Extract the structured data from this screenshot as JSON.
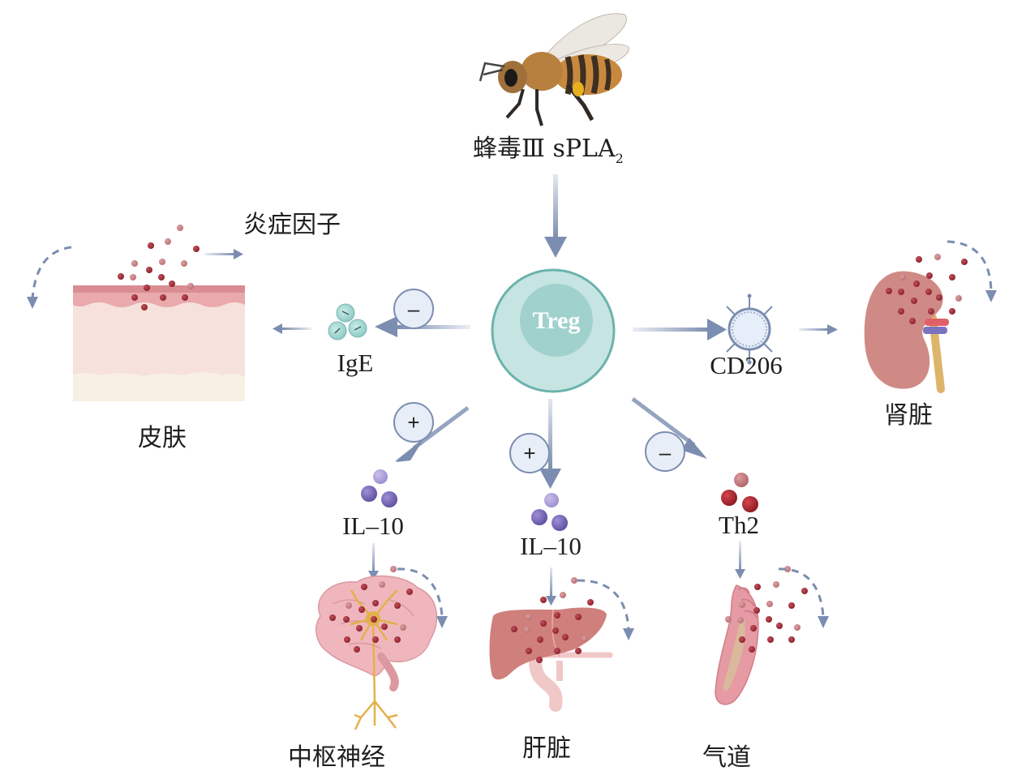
{
  "source": {
    "title_prefix": "蜂毒Ⅲ sPLA",
    "title_subscript": "2",
    "icon": "bee-icon"
  },
  "center": {
    "label": "Treg",
    "icon": "treg-cell-icon"
  },
  "mediators": [
    {
      "id": "ige",
      "label": "IgE",
      "effect": "–",
      "effect_type": "inhibit",
      "icon": "ige-antibody-cluster-icon"
    },
    {
      "id": "cd206",
      "label": "CD206",
      "effect": "",
      "effect_type": "promote",
      "icon": "macrophage-cd206-icon"
    },
    {
      "id": "il10-brain",
      "label": "IL–10",
      "effect": "+",
      "effect_type": "promote",
      "icon": "cytokine-cluster-icon"
    },
    {
      "id": "il10-liver",
      "label": "IL–10",
      "effect": "+",
      "effect_type": "promote",
      "icon": "cytokine-cluster-icon"
    },
    {
      "id": "th2",
      "label": "Th2",
      "effect": "–",
      "effect_type": "inhibit",
      "icon": "th2-cell-cluster-icon"
    }
  ],
  "organs": [
    {
      "id": "skin",
      "label": "皮肤",
      "icon": "skin-tissue-icon"
    },
    {
      "id": "kidney",
      "label": "肾脏",
      "icon": "kidney-icon"
    },
    {
      "id": "cns",
      "label": "中枢神经",
      "icon": "brain-neuron-icon"
    },
    {
      "id": "liver",
      "label": "肝脏",
      "icon": "liver-icon"
    },
    {
      "id": "airway",
      "label": "气道",
      "icon": "airway-icon"
    }
  ],
  "annotations": {
    "inflammatory_factors": "炎症因子"
  },
  "colors": {
    "arrow": "#7b8db0",
    "treg_outer": "#c3e3e0",
    "treg_inner": "#9fd0cc",
    "treg_ring": "#6bb3ac",
    "sign_fill": "#e8eef8",
    "sign_stroke": "#7b8db0",
    "particle_dark": "#9b2c35",
    "particle_light": "#c98488",
    "il10_dark": "#7b68b5",
    "il10_light": "#a99bd4",
    "skin_top": "#d98c92",
    "skin_mid": "#f6e1dc",
    "skin_bottom": "#f8f0e4",
    "organ_pink": "#d48a86"
  }
}
